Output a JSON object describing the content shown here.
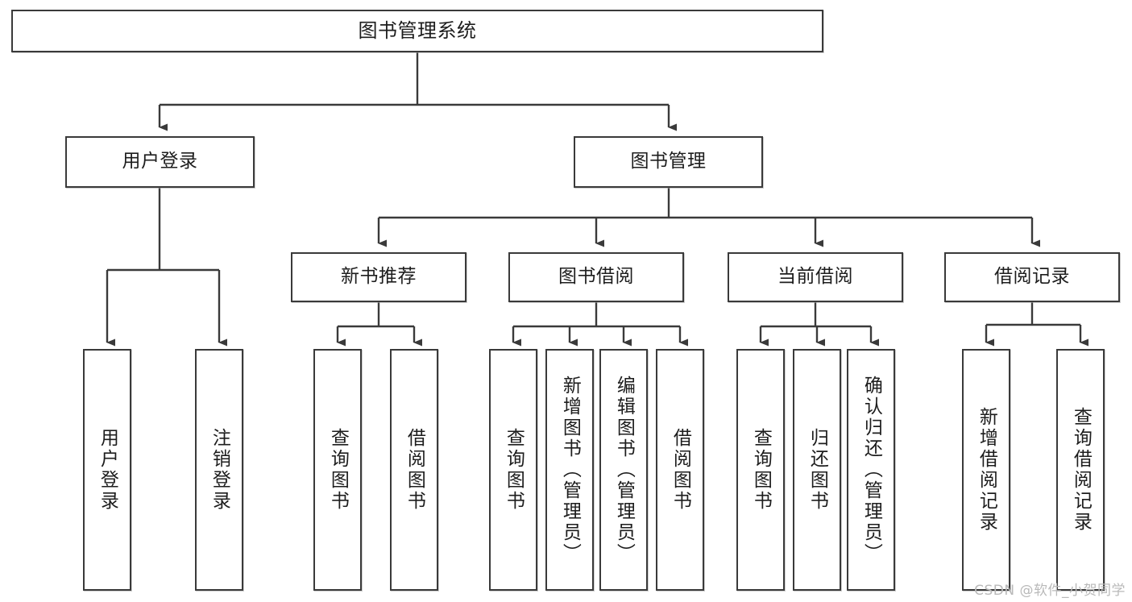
{
  "diagram": {
    "type": "tree-hierarchy",
    "orientation": "top-down",
    "colors": {
      "box_border": "#3a3a3a",
      "box_fill": "#ffffff",
      "connector": "#3a3a3a",
      "text": "#1d1d1d",
      "watermark": "#b9b9b9"
    },
    "title_node": {
      "label": "图书管理系统"
    },
    "tier2": [
      {
        "id": "user-login",
        "label": "用户登录"
      },
      {
        "id": "book-management",
        "label": "图书管理"
      }
    ],
    "tier3": [
      {
        "id": "new-book-recommend",
        "label": "新书推荐"
      },
      {
        "id": "book-borrow",
        "label": "图书借阅"
      },
      {
        "id": "current-borrow",
        "label": "当前借阅"
      },
      {
        "id": "borrow-record",
        "label": "借阅记录"
      }
    ],
    "leaves": {
      "user_login": [
        {
          "id": "leaf-user-login",
          "label": "用户登录"
        },
        {
          "id": "leaf-logout",
          "label": "注销登录"
        }
      ],
      "new_book_recommend": [
        {
          "id": "leaf-query-book-1",
          "label": "查询图书"
        },
        {
          "id": "leaf-borrow-book-1",
          "label": "借阅图书"
        }
      ],
      "book_borrow": [
        {
          "id": "leaf-query-book-2",
          "label": "查询图书"
        },
        {
          "id": "leaf-add-book",
          "label": "新增图书（管理员）"
        },
        {
          "id": "leaf-edit-book",
          "label": "编辑图书（管理员）"
        },
        {
          "id": "leaf-borrow-book-2",
          "label": "借阅图书"
        }
      ],
      "current_borrow": [
        {
          "id": "leaf-query-book-3",
          "label": "查询图书"
        },
        {
          "id": "leaf-return-book",
          "label": "归还图书"
        },
        {
          "id": "leaf-confirm-return",
          "label": "确认归还（管理员）"
        }
      ],
      "borrow_record": [
        {
          "id": "leaf-add-record",
          "label": "新增借阅记录"
        },
        {
          "id": "leaf-query-record",
          "label": "查询借阅记录"
        }
      ]
    }
  },
  "watermark": {
    "text": "CSDN @软件_小贺同学"
  }
}
